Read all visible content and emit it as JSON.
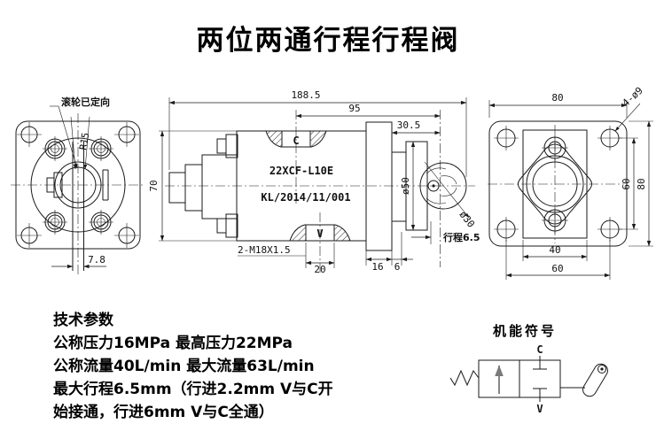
{
  "title": "两位两通行程行程阀",
  "front_view": {
    "note": "滚轮已定向",
    "radius": "R15",
    "dim_roller_width": "7.8"
  },
  "side_view": {
    "model": "22XCF-L10E",
    "code": "KL/2014/11/001",
    "port_top": "C",
    "port_bottom": "V",
    "dim_overall": "188.5",
    "dim_to_roller": "95",
    "dim_flange_to_roller": "30.5",
    "dim_body_height": "70",
    "dim_thread": "2-M18X1.5",
    "dim_port_width": "20",
    "dim_flange_thick": "16",
    "dim_gap": "6",
    "dim_fork_dia": "ø50",
    "dim_roller_dia": "ø30",
    "dim_stroke": "行程6.5"
  },
  "rear_view": {
    "dim_width": "80",
    "dim_holes": "4-ø9",
    "dim_hole_span_v": "60",
    "dim_height": "80",
    "dim_port_span": "40",
    "dim_hole_span_h": "60"
  },
  "tech_params": {
    "heading": "技术参数",
    "line1": "公称压力16MPa 最高压力22MPa",
    "line2": "公称流量40L/min 最大流量63L/min",
    "line3": "最大行程6.5mm（行进2.2mm V与C开",
    "line4": "始接通，行进6mm V与C全通）"
  },
  "symbol": {
    "title": "机能符号",
    "port_top": "C",
    "port_bottom": "V"
  }
}
